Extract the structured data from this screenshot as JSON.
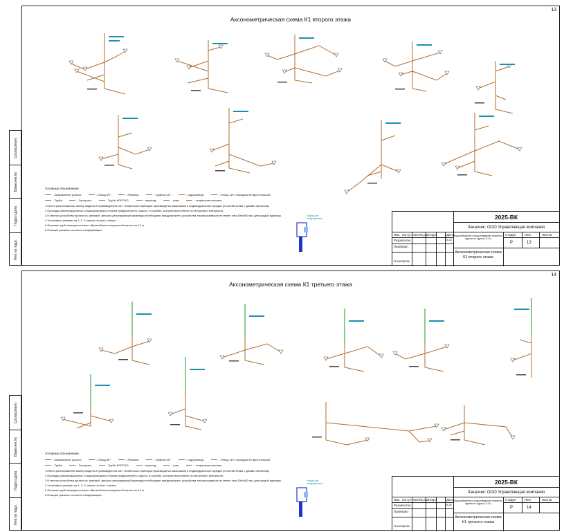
{
  "sheets": [
    {
      "number": "13",
      "title": "Аксонометрическая схема К1 второго этажа",
      "stamp": {
        "code": "2025-ВК",
        "customer": "Заказчик: ООО Управляющая компания",
        "project": "Водоснабжение и водоотведение нежилого здания по адресу: К.Н.)",
        "stage_label": "Стадия",
        "sheet_label": "Лист",
        "sheets_label": "Листов",
        "stage": "Р",
        "sheet": "13",
        "name": "Аксонометрическая схема К1 второго этажа",
        "columns": [
          "Изм.",
          "Кол.уч",
          "Лист",
          "№ док.",
          "Подп.",
          "Дата"
        ],
        "roles": [
          "Разработал",
          "Проверил",
          "Н.контроль"
        ],
        "date": "05.25"
      }
    },
    {
      "number": "14",
      "title": "Аксонометрическая схема К1 третьего этажа",
      "stamp": {
        "code": "2025-ВК",
        "customer": "Заказчик: ООО Управляющая компания",
        "project": "Водоснабжение и водоотведение нежилого здания по адресу: К.Н.)",
        "stage_label": "Стадия",
        "sheet_label": "Лист",
        "sheets_label": "Листов",
        "stage": "Р",
        "sheet": "14",
        "name": "Аксонометрическая схема К1 третьего этажа",
        "columns": [
          "Изм.",
          "Кол.уч",
          "Лист",
          "№ док.",
          "Подп.",
          "Дата"
        ],
        "roles": [
          "Разработал",
          "Проверил",
          "Н.контроль"
        ],
        "date": "05.25"
      }
    }
  ],
  "side_stamp": [
    "Согласовано",
    "Взам.инв.№",
    "Подп.и дата",
    "Инв.№ подл."
  ],
  "legend": {
    "title": "Условные обозначения:",
    "items_1": [
      "- направление уклона;",
      "- Отвод 45°;",
      "- Ревизия;",
      "- Тройник 45°;",
      "- гидрозатвор;",
      "- Отвод 110 с выходом 50 фронтальный"
    ],
    "items_2": [
      "- Труба;",
      "- Заглушка;",
      "- Трубы КОРСИС;",
      "- переход;",
      "- трап;",
      "- стиральная машина"
    ],
    "notes": [
      "1 Место расположения, выбор модели и производителя сан. технических приборов производится заказчиком в индивидуальном порядке (в соответствии с дизайн-проектом).",
      "2 Проводку канализационных и водопроводных стояков предусмотреть: скрыто, в коробах, которые выполнены из негорючего материала.",
      "3 В местах устройства прочисток, ревизий, запорно-регулирующей арматуры необходимо предусмотреть устройства люков размером не менее чем 300х400 мм, для каждой единицы.",
      "4 Установить ревизии на 1, 2, 3 этажах на всех стояках.",
      "5 Фановая труба выводится выше обрезной вентиляционной шахты на 0,1 м.",
      "6 Позиции указаны согласно спецификации."
    ]
  },
  "device_label": "сифон для кондиционера",
  "colors": {
    "pipe": "#b06a2a",
    "pipe_green": "#4caf50",
    "label": "#1a8fb0",
    "device": "#2233cc"
  }
}
